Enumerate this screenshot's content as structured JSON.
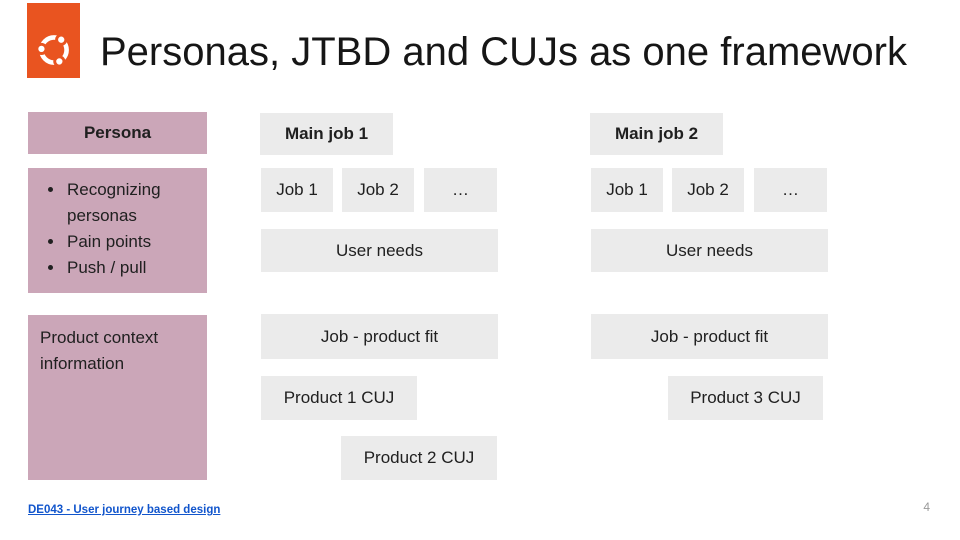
{
  "slide": {
    "title": "Personas, JTBD and CUJs as one framework",
    "footer_link": "DE043 - User journey based design",
    "page_number": "4"
  },
  "colors": {
    "brand_orange": "#E95420",
    "persona_pink": "#CBA6B8",
    "job_gray": "#EBEBEB",
    "link_blue": "#1155CC",
    "title_text": "#161616"
  },
  "icons": {
    "logo": "ubuntu-circle-of-friends"
  },
  "persona_column": {
    "header": "Persona",
    "bullets": [
      "Recognizing personas",
      "Pain points",
      "Push / pull"
    ],
    "context_box": "Product context information"
  },
  "job_columns": [
    {
      "header": "Main job 1",
      "jobs": [
        "Job 1",
        "Job 2",
        "…"
      ],
      "user_needs": "User needs",
      "job_product_fit": "Job - product fit",
      "cujs": [
        "Product 1 CUJ",
        "Product 2 CUJ"
      ]
    },
    {
      "header": "Main job 2",
      "jobs": [
        "Job 1",
        "Job 2",
        "…"
      ],
      "user_needs": "User needs",
      "job_product_fit": "Job - product fit",
      "cujs": [
        "Product 3 CUJ"
      ]
    }
  ]
}
